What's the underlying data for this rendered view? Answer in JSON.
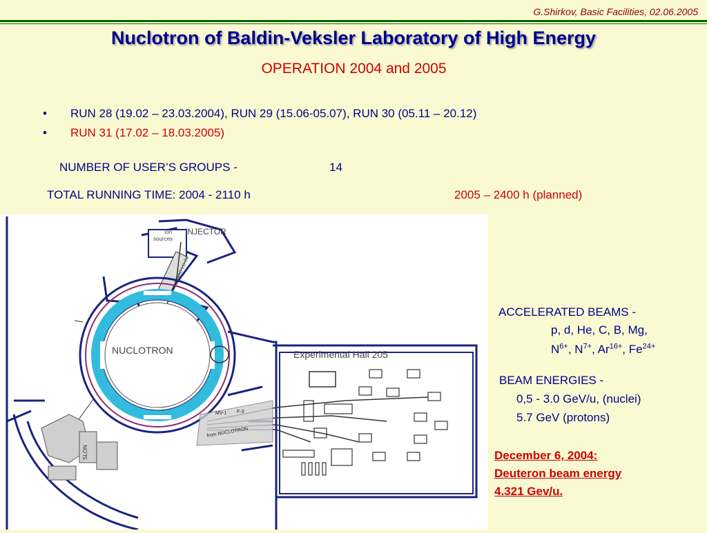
{
  "header": {
    "credit": "G.Shirkov, Basic Facilities, 02.06.2005",
    "title": "Nuclotron of Baldin-Veksler Laboratory of High Energy",
    "subtitle": "OPERATION 2004 and 2005"
  },
  "runs": {
    "line1": "RUN 28 (19.02 – 23.03.2004),  RUN 29 (15.06-05.07),  RUN 30 (05.11 – 20.12)",
    "line2": "RUN 31 (17.02 – 18.03.2005)"
  },
  "stats": {
    "user_groups_label": "NUMBER OF USER’S GROUPS -",
    "user_groups_value": "14",
    "running_time_label": "TOTAL RUNNING TIME: 2004 - 2110 h",
    "running_time_2005": "2005 – 2400 h (planned)"
  },
  "diagram": {
    "ion_sources_1": "Ion",
    "ion_sources_2": "sources",
    "injector": "INJECTOR",
    "linac": "LINAC LU-20",
    "nuclotron": "NUCLOTRON",
    "hall": "Experimental Hall 205",
    "mv": "MV-1",
    "f3": "F-3",
    "from_nuclotron": "from NUCLOTRON",
    "slon": "SLON"
  },
  "beams": {
    "title": "ACCELERATED BEAMS -",
    "list": "p, d, He, C, B, Mg,",
    "ions": {
      "n": "N",
      "n_charge": "6+",
      "n7": "N",
      "n7_charge": "7+",
      "ar": "Ar",
      "ar_charge": "16+",
      "fe": "Fe",
      "fe_charge": "24+"
    }
  },
  "energies": {
    "title": "BEAM ENERGIES -",
    "nuclei": "0,5 - 3.0 GeV/u, (nuclei)",
    "protons": "5.7 GeV (protons)"
  },
  "news": {
    "line1": "December 6, 2004:",
    "line2": "Deuteron beam energy",
    "line3": "4.321 Gev/u."
  },
  "colors": {
    "background": "#fafad2",
    "title": "#00008b",
    "accent_red": "#cc0000",
    "rule": "#006400",
    "ring": "#33bbdd"
  }
}
